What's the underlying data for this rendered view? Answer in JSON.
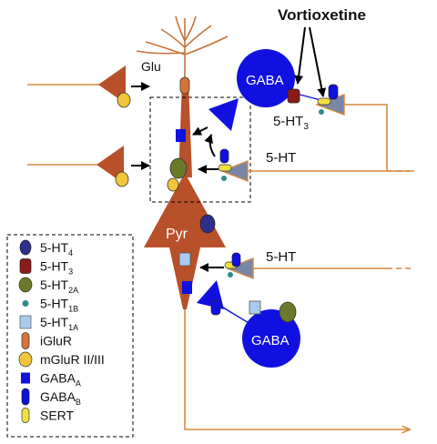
{
  "title": "Vortioxetine",
  "labels": {
    "glu": "Glu",
    "gaba_top": "GABA",
    "ht3_right": "5-HT",
    "ht3_right_sub": "3",
    "ht_mid": "5-HT",
    "pyr": "Pyr",
    "ht_lower": "5-HT",
    "gaba_bottom": "GABA"
  },
  "legend": [
    {
      "label": "5-HT",
      "sub": "4",
      "icon": "navy-oval"
    },
    {
      "label": "5-HT",
      "sub": "3",
      "icon": "maroon-cylinder"
    },
    {
      "label": "5-HT",
      "sub": "2A",
      "icon": "olive-oval"
    },
    {
      "label": "5-HT",
      "sub": "1B",
      "icon": "teal-dot"
    },
    {
      "label": "5-HT",
      "sub": "1A",
      "icon": "lightblue-square"
    },
    {
      "label": "iGluR",
      "sub": "",
      "icon": "orange-capsule"
    },
    {
      "label": "mGluR II/III",
      "sub": "",
      "icon": "yellow-oval"
    },
    {
      "label": "GABA",
      "sub": "A",
      "icon": "blue-square"
    },
    {
      "label": "GABA",
      "sub": "B",
      "icon": "blue-capsule"
    },
    {
      "label": "SERT",
      "sub": "",
      "icon": "yellow-capsule"
    }
  ],
  "colors": {
    "neuron": "#b8502a",
    "axon": "#d5883f",
    "gaba": "#1010e0",
    "ht4": "#2e2f8c",
    "ht3": "#8b1a1a",
    "ht2a": "#6b7a2a",
    "ht1b": "#2f8a8a",
    "ht1a": "#a9cbef",
    "iglur": "#d9733a",
    "mglur": "#f2c53a",
    "sert": "#f0e040"
  }
}
